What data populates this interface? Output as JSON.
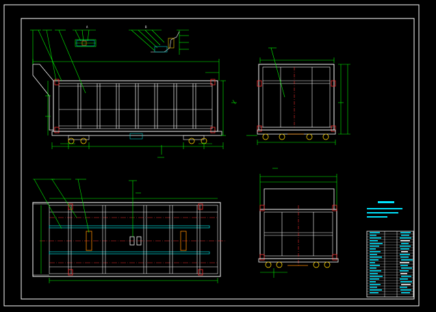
{
  "drawing": {
    "background": "#000000",
    "colors": {
      "frame": "#ffffff",
      "body": "#ffffff",
      "dimension": "#00ff00",
      "leader": "#00ff00",
      "centerline": "#ff3030",
      "rail": "#00cccc",
      "title_accent": "#00e5ff",
      "highlight": "#ff8c00",
      "wheel": "#ffd400"
    },
    "views": {
      "front": {
        "label": "front-elevation"
      },
      "side": {
        "label": "side-elevation"
      },
      "top": {
        "label": "plan-view"
      },
      "section": {
        "label": "section-view"
      }
    }
  }
}
